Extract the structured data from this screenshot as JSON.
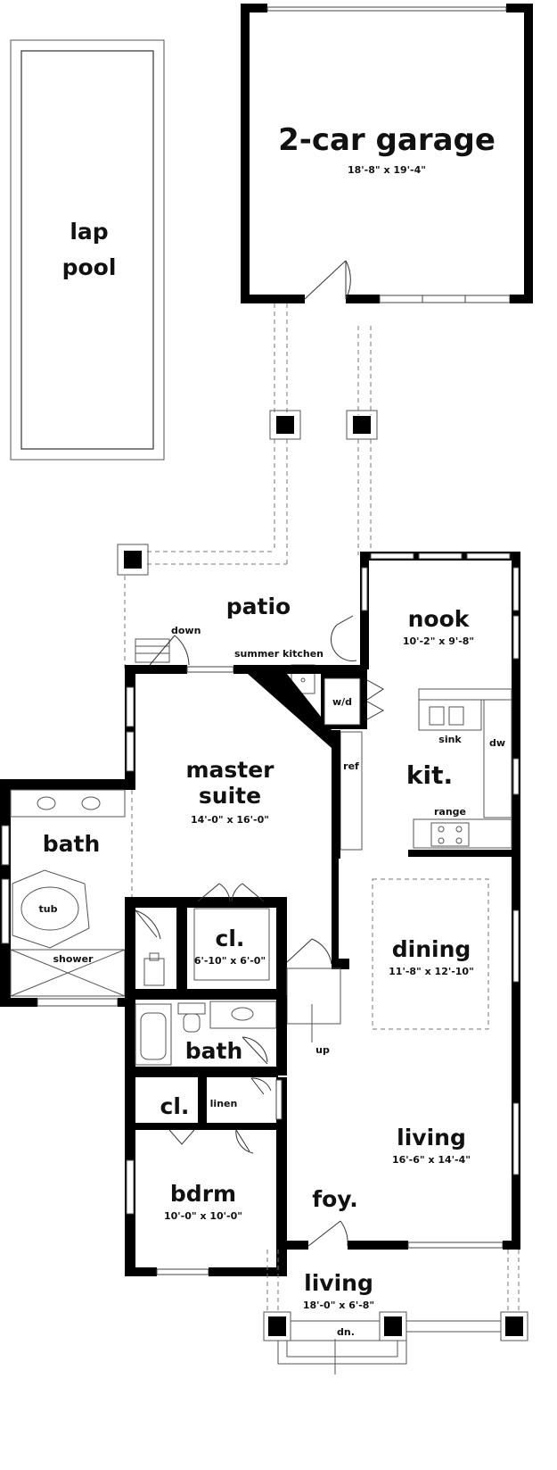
{
  "rooms": {
    "garage": {
      "name": "2-car garage",
      "dims": "18'-8\" x 19'-4\""
    },
    "pool": {
      "name_line1": "lap",
      "name_line2": "pool"
    },
    "patio": {
      "name": "patio"
    },
    "nook": {
      "name": "nook",
      "dims": "10'-2\" x 9'-8\""
    },
    "kitchen": {
      "name": "kit."
    },
    "master": {
      "name_line1": "master",
      "name_line2": "suite",
      "dims": "14'-0\" x 16'-0\""
    },
    "master_bath": {
      "name": "bath"
    },
    "master_closet": {
      "name": "cl.",
      "dims": "6'-10\" x 6'-0\""
    },
    "dining": {
      "name": "dining",
      "dims": "11'-8\" x 12'-10\""
    },
    "bath2": {
      "name": "bath"
    },
    "closet2": {
      "name": "cl."
    },
    "living": {
      "name": "living",
      "dims": "16'-6\" x 14'-4\""
    },
    "foyer": {
      "name": "foy."
    },
    "bedroom": {
      "name": "bdrm",
      "dims": "10'-0\" x 10'-0\""
    },
    "porch": {
      "name": "living",
      "dims": "18'-0\" x 6'-8\""
    }
  },
  "fixtures": {
    "down": "down",
    "summer_kitchen": "summer kitchen",
    "wd": "w/d",
    "ref": "ref",
    "sink": "sink",
    "dw": "dw",
    "range": "range",
    "tub": "tub",
    "shower": "shower",
    "linen": "linen",
    "up": "up",
    "dn": "dn."
  }
}
